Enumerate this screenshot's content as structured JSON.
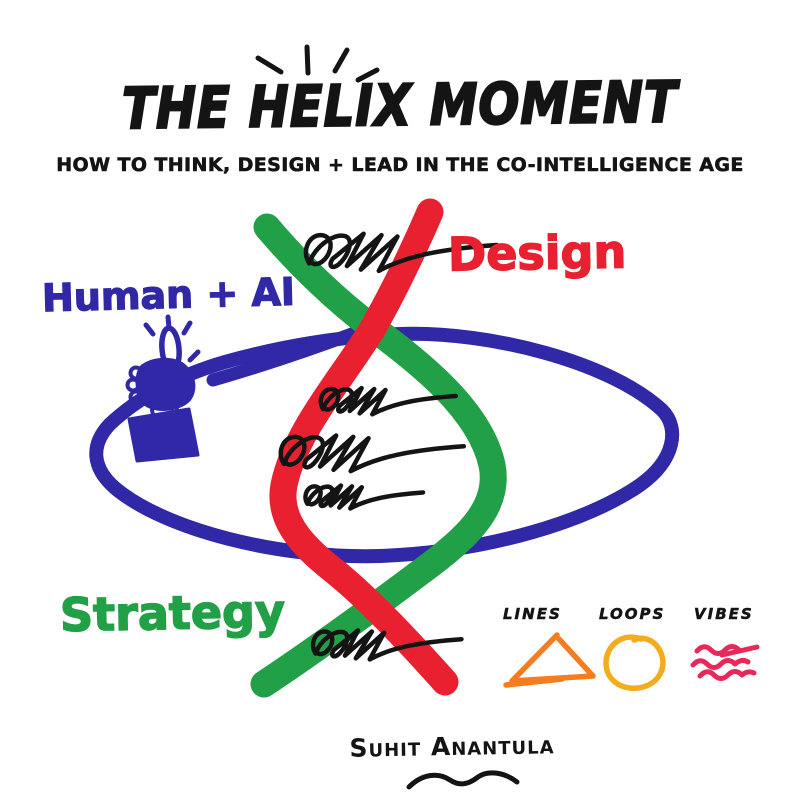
{
  "title": "The Helix Moment",
  "subtitle": "How to think, design + lead in the co-intelligence age",
  "diagram": {
    "label_design": "Design",
    "label_human_ai": "Human + AI",
    "label_strategy": "Strategy"
  },
  "legend": {
    "lines_label": "Lines",
    "loops_label": "Loops",
    "vibes_label": "Vibes"
  },
  "signature": "Suhit Anantula",
  "colors": {
    "red": "#E82030",
    "green": "#22A047",
    "blue": "#3028A7",
    "orange": "#F57D20",
    "amber": "#F3AC1B",
    "pink": "#E8275B",
    "ink": "#141414"
  }
}
